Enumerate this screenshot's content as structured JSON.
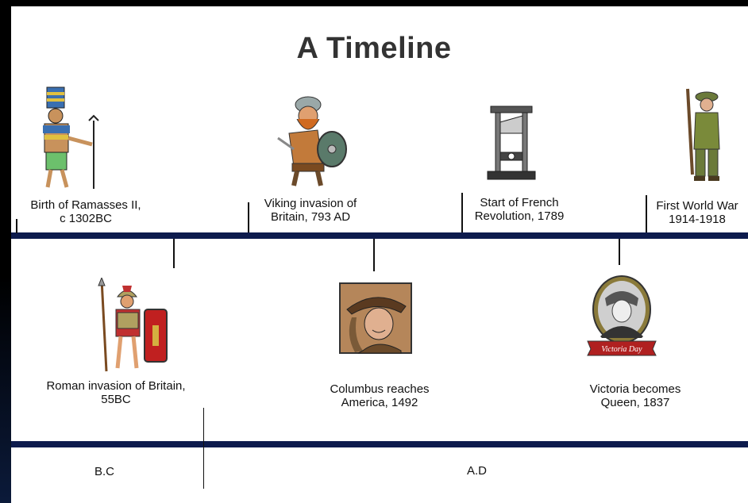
{
  "title": "A Timeline",
  "events_top": [
    {
      "line1": "Birth of Ramasses II,",
      "line2": "c 1302BC",
      "icon": "pharaoh-icon"
    },
    {
      "line1": "Viking invasion of",
      "line2": "Britain, 793 AD",
      "icon": "viking-icon"
    },
    {
      "line1": "Start of French",
      "line2": "Revolution, 1789",
      "icon": "guillotine-icon"
    },
    {
      "line1": "First World War",
      "line2": "1914-1918",
      "icon": "soldier-icon"
    }
  ],
  "events_bottom": [
    {
      "line1": "Roman invasion of Britain,",
      "line2": "55BC",
      "icon": "roman-soldier-icon"
    },
    {
      "line1": "Columbus reaches",
      "line2": "America, 1492",
      "icon": "columbus-portrait-icon"
    },
    {
      "line1": "Victoria becomes",
      "line2": "Queen, 1837",
      "icon": "victoria-portrait-icon"
    }
  ],
  "victoria_banner": "Victoria Day",
  "eras": {
    "bc": "B.C",
    "ad": "A.D"
  },
  "colors": {
    "timeline": "#0d1b4d",
    "background": "#ffffff",
    "title": "#333333"
  }
}
